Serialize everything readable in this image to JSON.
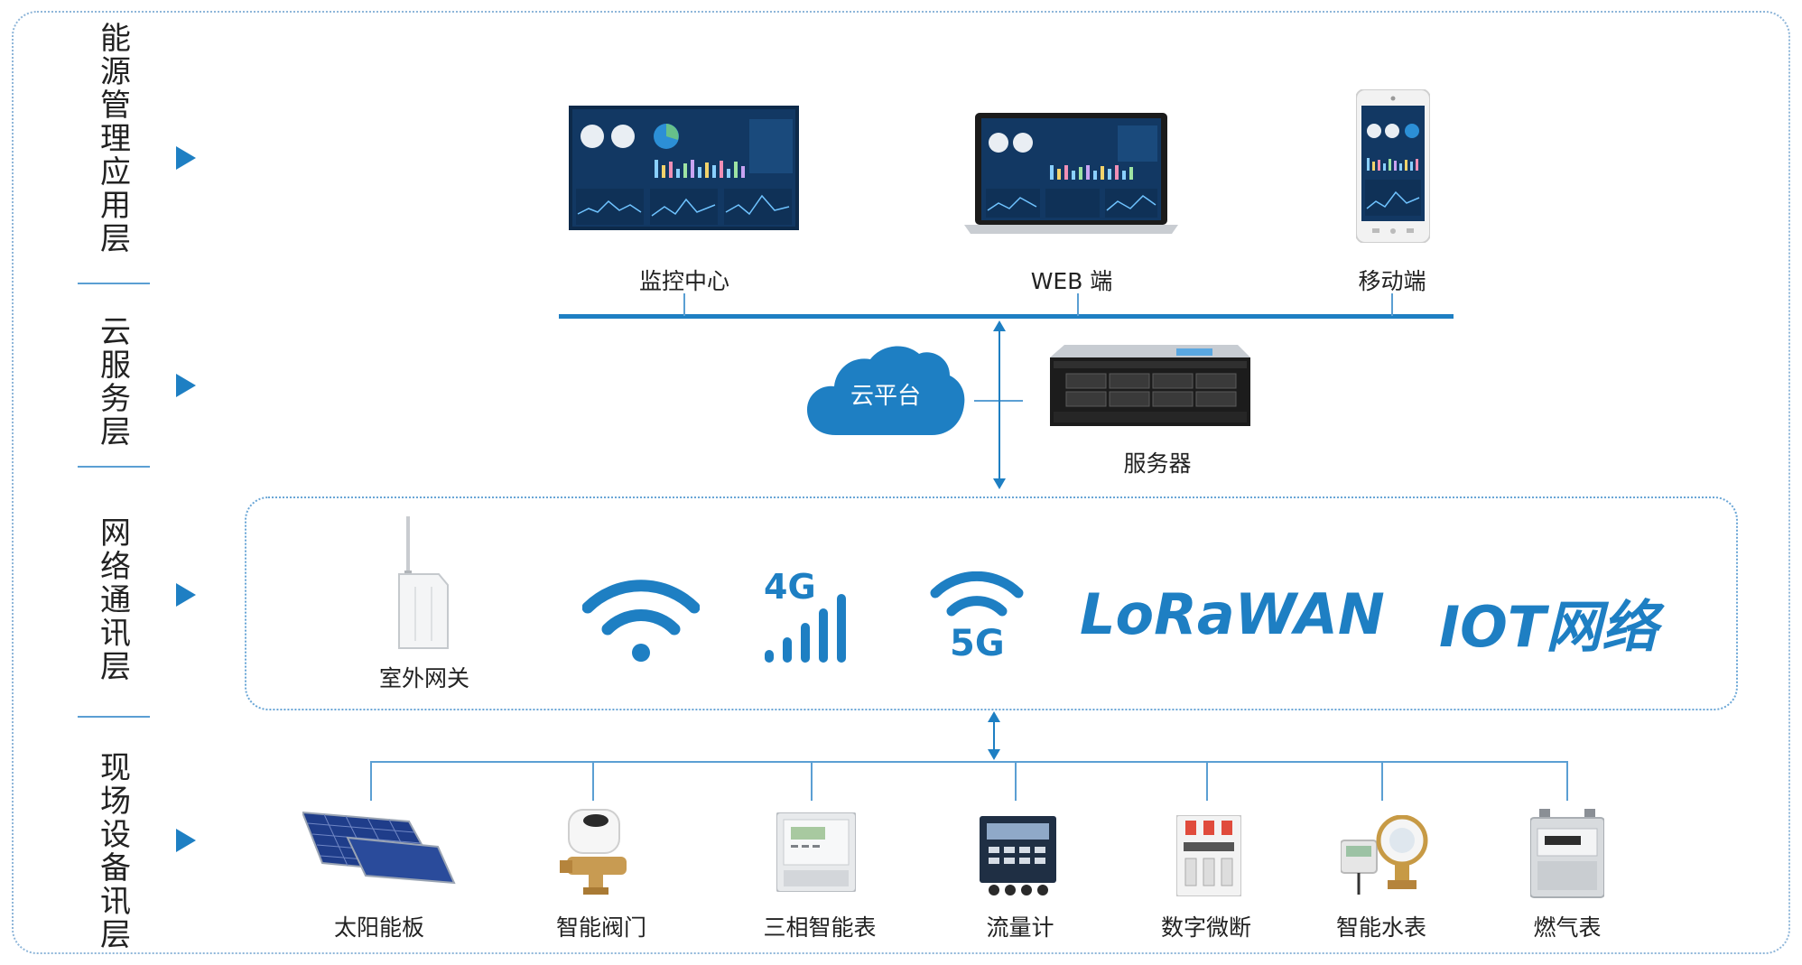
{
  "layers": [
    {
      "title": "能源管理应用层"
    },
    {
      "title": "云服务层"
    },
    {
      "title": "网络通讯层"
    },
    {
      "title": "现场设备讯层"
    }
  ],
  "application": {
    "monitor_label": "监控中心",
    "web_label": "WEB 端",
    "mobile_label": "移动端"
  },
  "cloud": {
    "cloud_label": "云平台",
    "server_label": "服务器"
  },
  "network": {
    "gateway_label": "室外网关",
    "badge_4g": "4G",
    "badge_5g": "5G",
    "lorawan": "LoRaWAN",
    "iot": "IOT网络"
  },
  "devices": [
    {
      "label": "太阳能板",
      "icon": "solar-panel-icon"
    },
    {
      "label": "智能阀门",
      "icon": "smart-valve-icon"
    },
    {
      "label": "三相智能表",
      "icon": "three-phase-meter-icon"
    },
    {
      "label": "流量计",
      "icon": "flow-meter-icon"
    },
    {
      "label": "数字微断",
      "icon": "circuit-breaker-icon"
    },
    {
      "label": "智能水表",
      "icon": "water-meter-icon"
    },
    {
      "label": "燃气表",
      "icon": "gas-meter-icon"
    }
  ],
  "colors": {
    "accent": "#1e7fc3",
    "border": "#8fb6d9"
  }
}
